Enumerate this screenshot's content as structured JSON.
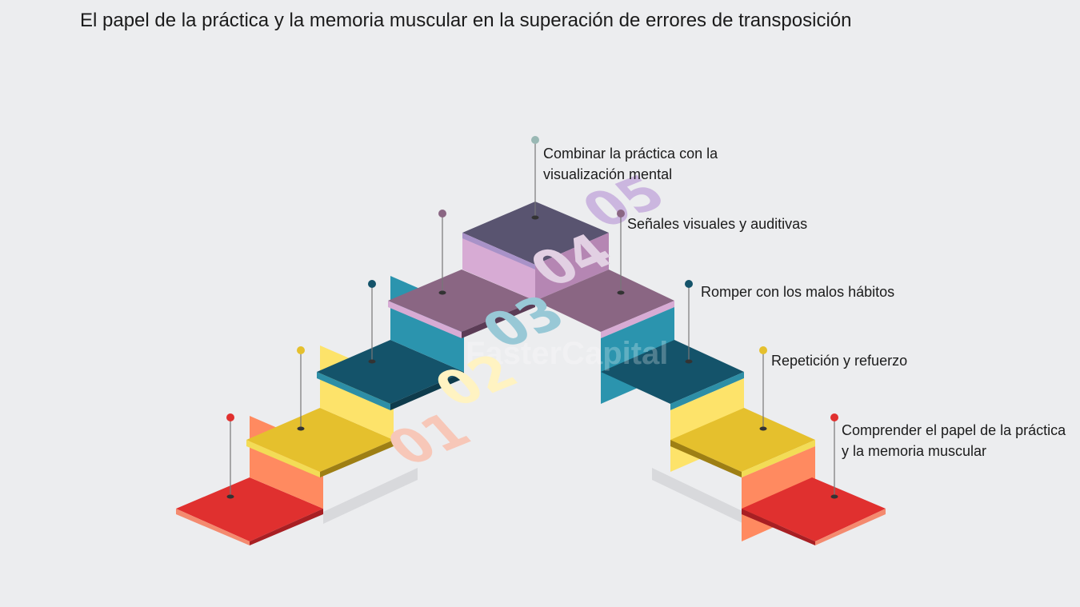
{
  "title": "El papel de la práctica y la memoria muscular en la superación de errores de transposición",
  "watermark": "FasterCapital",
  "steps": [
    {
      "number": "01",
      "label": "Comprender el papel de la práctica y la memoria muscular",
      "color": "#e0302f"
    },
    {
      "number": "02",
      "label": "Repetición y refuerzo",
      "color": "#e5c02d"
    },
    {
      "number": "03",
      "label": "Romper con los malos hábitos",
      "color": "#14536a"
    },
    {
      "number": "04",
      "label": "Señales visuales y auditivas",
      "color": "#8a6683"
    },
    {
      "number": "05",
      "label": "Combinar la práctica con la visualización mental",
      "color": "#99b8b4"
    }
  ]
}
